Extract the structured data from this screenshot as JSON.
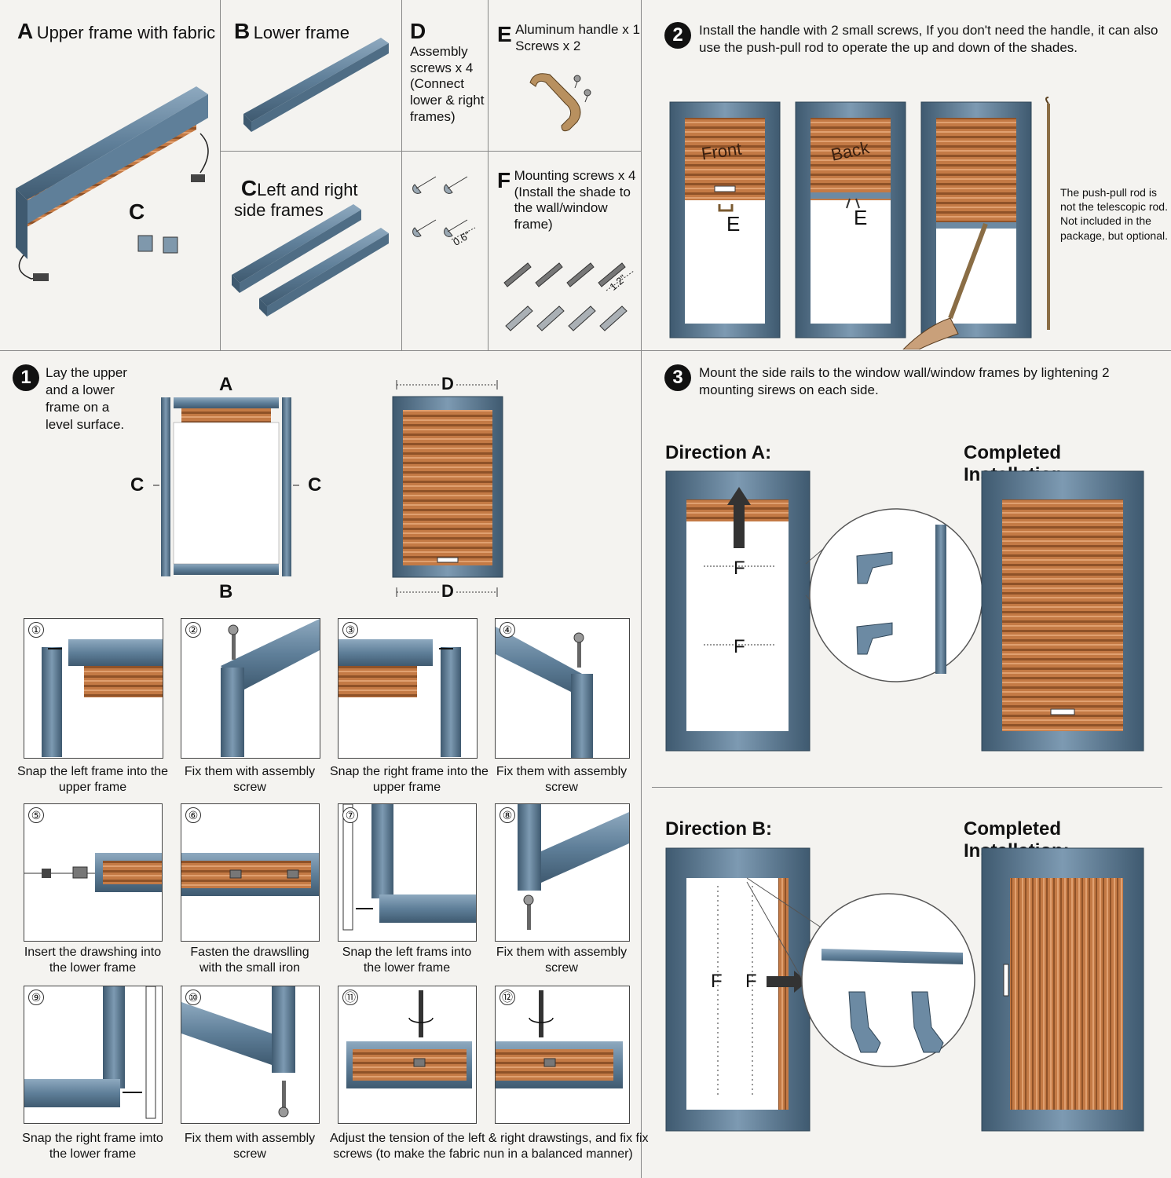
{
  "parts": {
    "a": {
      "letter": "A",
      "label": "Upper frame with fabric",
      "sub_letter": "C"
    },
    "b": {
      "letter": "B",
      "label": "Lower frame"
    },
    "c": {
      "letter": "C",
      "label": "Left and right\nside frames"
    },
    "d": {
      "letter": "D",
      "label": "Assembly\nscrews x 4\n(Connect\nlower & right\nframes)",
      "dim": "0.6\""
    },
    "e": {
      "letter": "E",
      "label": "Aluminum handle x 1\nScrews x 2"
    },
    "f": {
      "letter": "F",
      "label": "Mounting screws x 4\n(Install the shade to\nthe wall/window\nframe)",
      "dim": "1.2\""
    }
  },
  "step2": {
    "num": "2",
    "text": "Install the handle with 2 small screws, If you don't need the handle, it can also use the push-pull rod to operate the up and down of the shades.",
    "front": "Front",
    "back": "Back",
    "e1": "E",
    "e2": "E",
    "rod_note": "The push-pull rod is not the telescopic rod. Not included in the package, but optional."
  },
  "step1": {
    "num": "1",
    "text": "Lay the upper\nand a lower\nframe on a\nlevel surface.",
    "label_a": "A",
    "label_b": "B",
    "label_c_left": "C",
    "label_c_right": "C",
    "label_d_top": "D",
    "label_d_bottom": "D",
    "sub": [
      {
        "n": "①",
        "cap": "Snap the left frame into the\nupper frame"
      },
      {
        "n": "②",
        "cap": "Fix them with assembly\nscrew"
      },
      {
        "n": "③",
        "cap": "Snap the right frame into the\nupper frame"
      },
      {
        "n": "④",
        "cap": "Fix them with assembly\nscrew"
      },
      {
        "n": "⑤",
        "cap": "Insert the drawshing into\nthe lower frame"
      },
      {
        "n": "⑥",
        "cap": "Fasten the drawslling\nwith the small iron"
      },
      {
        "n": "⑦",
        "cap": "Snap the left frams into\nthe lower frame"
      },
      {
        "n": "⑧",
        "cap": "Fix them with assembly\nscrew"
      },
      {
        "n": "⑨",
        "cap": "Snap the right frame imto\nthe lower frame"
      },
      {
        "n": "⑩",
        "cap": "Fix them with assembly\nscrew"
      },
      {
        "n": "⑪",
        "cap": "Adjust the tension of the left & right drawstings, and fix fix\nscrews (to make the fabric nun in a balanced manner)"
      },
      {
        "n": "⑫",
        "cap": ""
      }
    ]
  },
  "step3": {
    "num": "3",
    "text": "Mount the side rails to the window wall/window frames by lightening 2 mounting sirews on each side.",
    "dir_a": "Direction A:",
    "dir_b": "Direction B:",
    "completed_a": "Completed Installation:",
    "completed_b": "Completed Installation:",
    "f_a1": "F",
    "f_a2": "F",
    "f_b1": "F",
    "f_b2": "F"
  },
  "colors": {
    "frame": "#5f7f99",
    "frame_dark": "#3f5a70",
    "fabric": "#c47a45",
    "fabric_dark": "#8f5228",
    "line": "#888888"
  }
}
